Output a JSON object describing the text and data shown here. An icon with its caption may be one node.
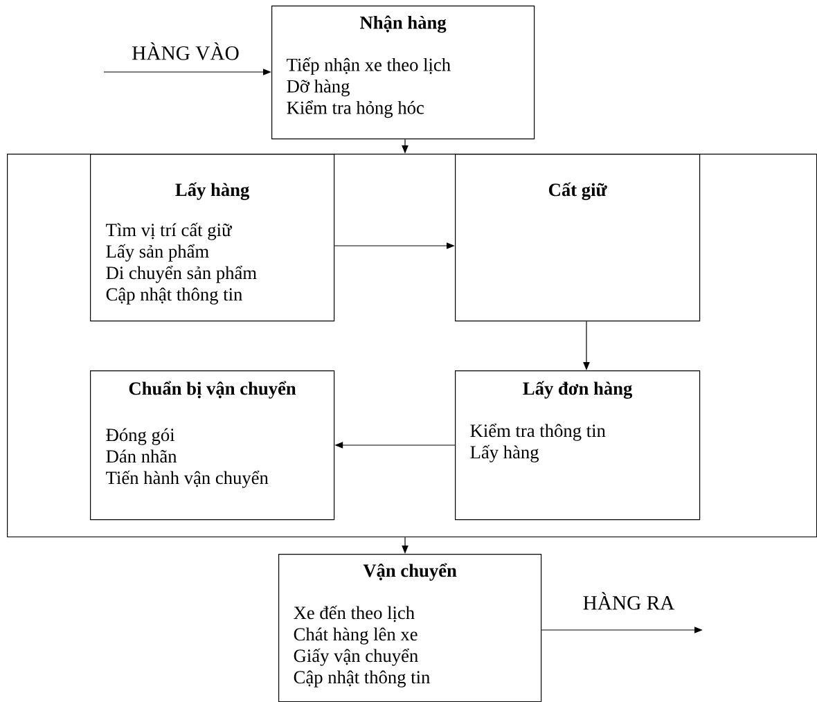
{
  "diagram": {
    "nodes": [
      {
        "text": [
          "Nhận hàng",
          "Tiếp nhận xe theo lịch",
          "Dỡ hàng",
          "Kiểm tra hỏng hóc"
        ]
      },
      {
        "text": [],
        "shape": "box"
      },
      {
        "text": [
          "Lấy hàng",
          "Tìm vị trí cất giữ",
          "Lấy sản phẩm",
          "Di chuyển sản phẩm",
          "Cập nhật thông tin"
        ],
        "in": 1
      },
      {
        "text": [
          "Cất giữ"
        ],
        "in": 1
      },
      {
        "text": [
          "Chuẩn bị vận chuyển",
          "Đóng gói",
          "Dán nhãn",
          "Tiến hành vận chuyển"
        ],
        "in": 1
      },
      {
        "text": [
          "Lấy đơn hàng",
          "Kiểm tra thông tin",
          "Lấy hàng"
        ],
        "in": 1
      },
      {
        "text": [
          "Vận chuyển",
          "Xe đến theo lịch",
          "Chát hàng lên xe",
          "Giấy vận chuyển",
          "Cập nhật thông tin"
        ]
      }
    ],
    "edges": [
      {
        "from": null,
        "to": 0,
        "arrow": "to",
        "label": "HÀNG VÀO"
      },
      {
        "from": 0,
        "to": 1,
        "arrow": "to"
      },
      {
        "from": 2,
        "to": 3,
        "arrow": "to"
      },
      {
        "from": 3,
        "to": 5,
        "arrow": "to"
      },
      {
        "from": 5,
        "to": 4,
        "arrow": "to"
      },
      {
        "from": 1,
        "to": 6,
        "arrow": "to"
      },
      {
        "from": 6,
        "to": null,
        "arrow": "to",
        "label": "HÀNG RA"
      }
    ]
  }
}
